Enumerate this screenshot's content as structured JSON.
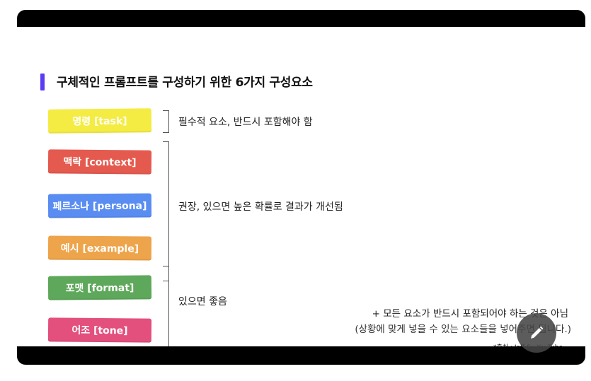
{
  "slide": {
    "title": "구체적인 프롬프트를 구성하기 위한 6가지 구성요소",
    "components": [
      {
        "label": "명령 [task]",
        "color": "#f4ec43"
      },
      {
        "label": "맥락 [context]",
        "color": "#e55a4f"
      },
      {
        "label": "페르소나 [persona]",
        "color": "#5a8df2"
      },
      {
        "label": "예시 [example]",
        "color": "#eea44a"
      },
      {
        "label": "포맷 [format]",
        "color": "#5ea85b"
      },
      {
        "label": "어조 [tone]",
        "color": "#e3507e"
      }
    ],
    "notes": [
      "필수적 요소, 반드시 포함해야 함",
      "권장, 있으면 높은 확률로 결과가 개선됨",
      "있으면 좋음"
    ],
    "footnote_main": "+   모든 요소가 반드시 포함되어야 하는 것은 아님",
    "footnote_sub": "(상황에 맞게 넣을 수 있는 요소들을 넣어주면 됩니다.)",
    "source": "*출처 : Jeff Su YouTube"
  },
  "controls": {
    "edit_icon": "pencil-icon"
  },
  "colors": {
    "title_accent": "#5b3cf5",
    "frame_bar": "#000000"
  }
}
